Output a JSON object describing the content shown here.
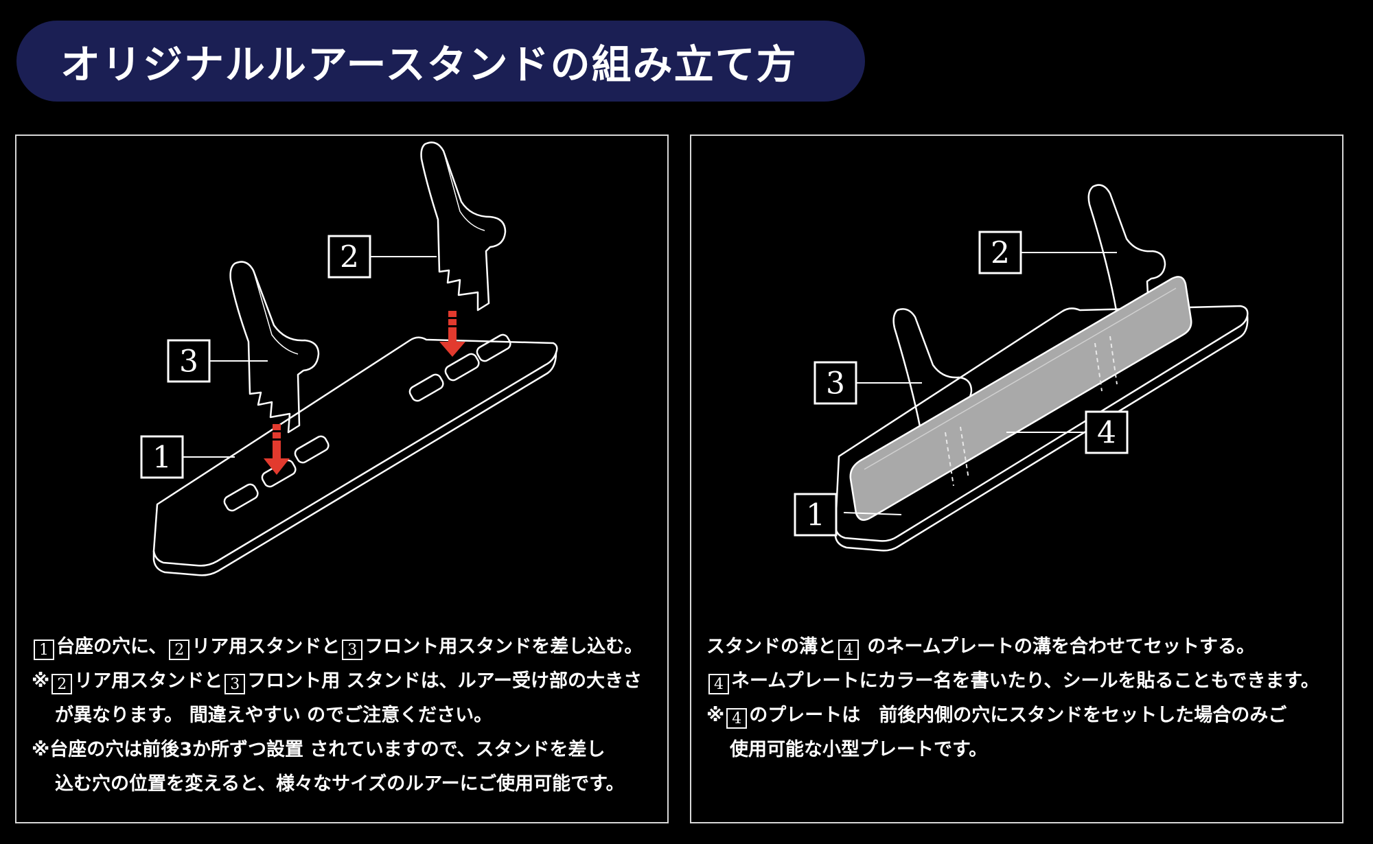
{
  "title": "オリジナルルアースタンドの組み立て方",
  "diagram_left": {
    "labels": [
      "1",
      "2",
      "3"
    ]
  },
  "diagram_right": {
    "labels": [
      "1",
      "2",
      "3",
      "4"
    ]
  },
  "left_desc": {
    "line1": {
      "n1": "1",
      "t1": "台座の穴に、",
      "n2": "2",
      "t2": "リア用スタンドと",
      "n3": "3",
      "t3": "フロント用スタンドを差し込む。"
    },
    "line2": {
      "t0": "※",
      "n1": "2",
      "t1": "リア用スタンドと",
      "n2": "3",
      "t2": "フロント用 スタンドは、ルアー受け部の大きさ"
    },
    "line3": "が異なります。 間違えやすい のでご注意ください。",
    "line4": "※台座の穴は前後3か所ずつ設置 されていますので、スタンドを差し",
    "line5": "込む穴の位置を変えると、様々なサイズのルアーにご使用可能です。"
  },
  "right_desc": {
    "line1": {
      "t0": "スタンドの溝と",
      "n1": "4",
      "t1": " のネームプレートの溝を合わせてセットする。"
    },
    "line2": {
      "n1": "4",
      "t1": "ネームプレートにカラー名を書いたり、シールを貼ることもできます。"
    },
    "line3": {
      "t0": "※",
      "n1": "4",
      "t1": "のプレートは　前後内側の穴にスタンドをセットした場合のみご"
    },
    "line4": "使用可能な小型プレートです。"
  },
  "colors": {
    "background": "#000000",
    "header_bg": "#1b1f54",
    "arrow_red": "#e23a2e",
    "plate_gray": "#a9a9a9"
  }
}
